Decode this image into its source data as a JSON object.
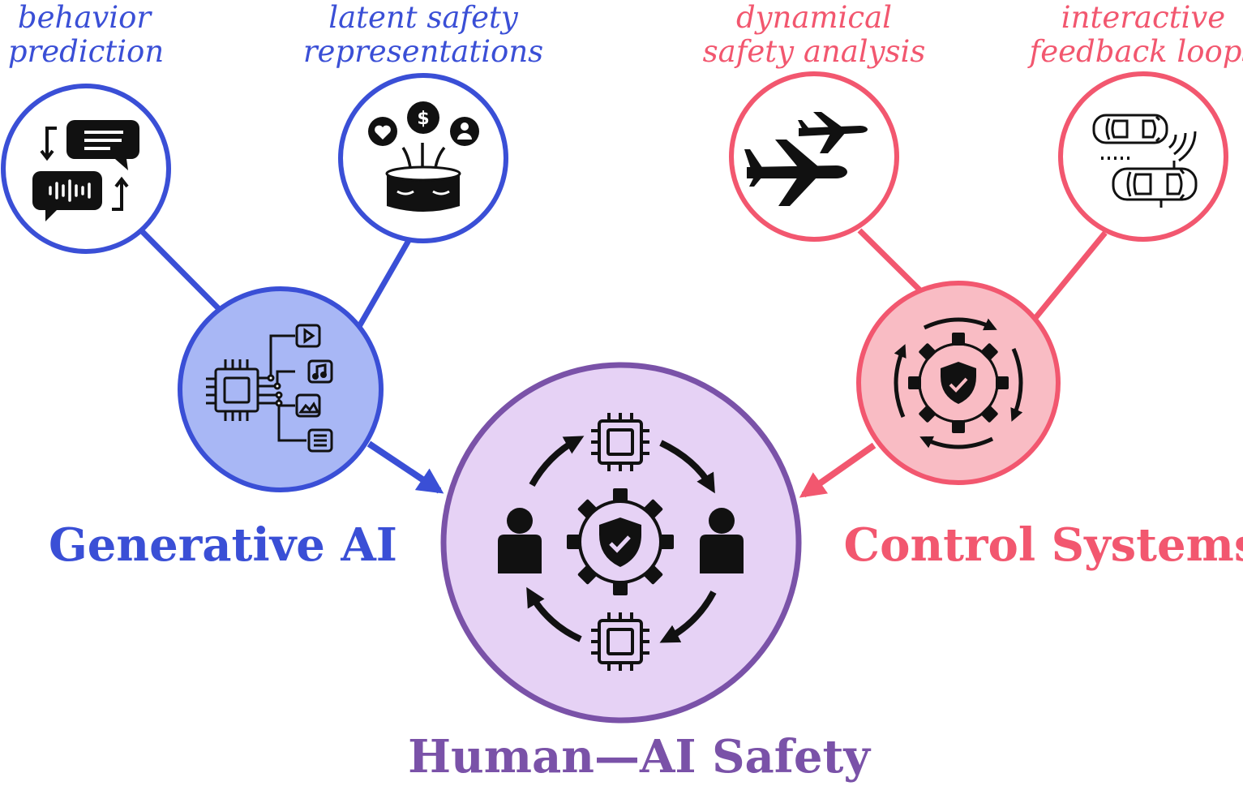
{
  "colors": {
    "blue": "#3a4fd6",
    "blue_fill": "#a8b7f5",
    "pink": "#f2576f",
    "pink_fill": "#f9bcc4",
    "purple": "#7a52a8",
    "purple_fill": "#e6d2f5",
    "icon": "#111111"
  },
  "genai": {
    "title": "Generative AI",
    "sub_left": {
      "line1": "behavior",
      "line2": "prediction",
      "icon": "chat-exchange-icon"
    },
    "sub_right": {
      "line1": "latent safety",
      "line2": "representations",
      "icon": "latent-pot-icon"
    },
    "center_icon": "multimodal-chip-icon"
  },
  "control": {
    "title": "Control Systems",
    "sub_left": {
      "line1": "dynamical",
      "line2": "safety analysis",
      "icon": "airplanes-icon"
    },
    "sub_right": {
      "line1": "interactive",
      "line2": "feedback loops",
      "icon": "cars-icon"
    },
    "center_icon": "safety-gear-cycle-icon"
  },
  "center": {
    "title": "Human—AI Safety",
    "icon": "human-ai-loop-icon"
  }
}
